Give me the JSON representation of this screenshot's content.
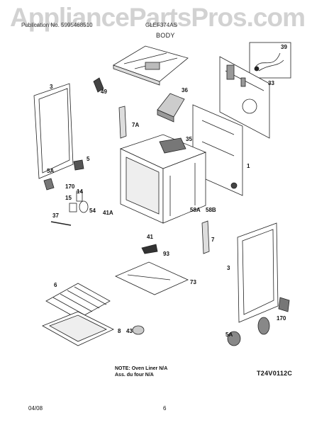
{
  "watermark": "AppliancePartsPros.com",
  "header": {
    "pub_text": "Publication No. 5995468510",
    "model": "GLEF374AS",
    "section": "BODY"
  },
  "callouts": [
    "39",
    "33",
    "3",
    "49",
    "36",
    "7A",
    "35",
    "5",
    "1",
    "5A",
    "170",
    "14",
    "15",
    "54",
    "37",
    "41A",
    "58A",
    "58B",
    "41",
    "93",
    "7",
    "73",
    "3",
    "6",
    "43",
    "8",
    "5A",
    "170"
  ],
  "notes": {
    "line1": "NOTE: Oven Liner N/A",
    "line2": "Ass. du four N/A"
  },
  "diagram_code": "T24V0112C",
  "footer": {
    "date": "04/08",
    "page": "6"
  }
}
